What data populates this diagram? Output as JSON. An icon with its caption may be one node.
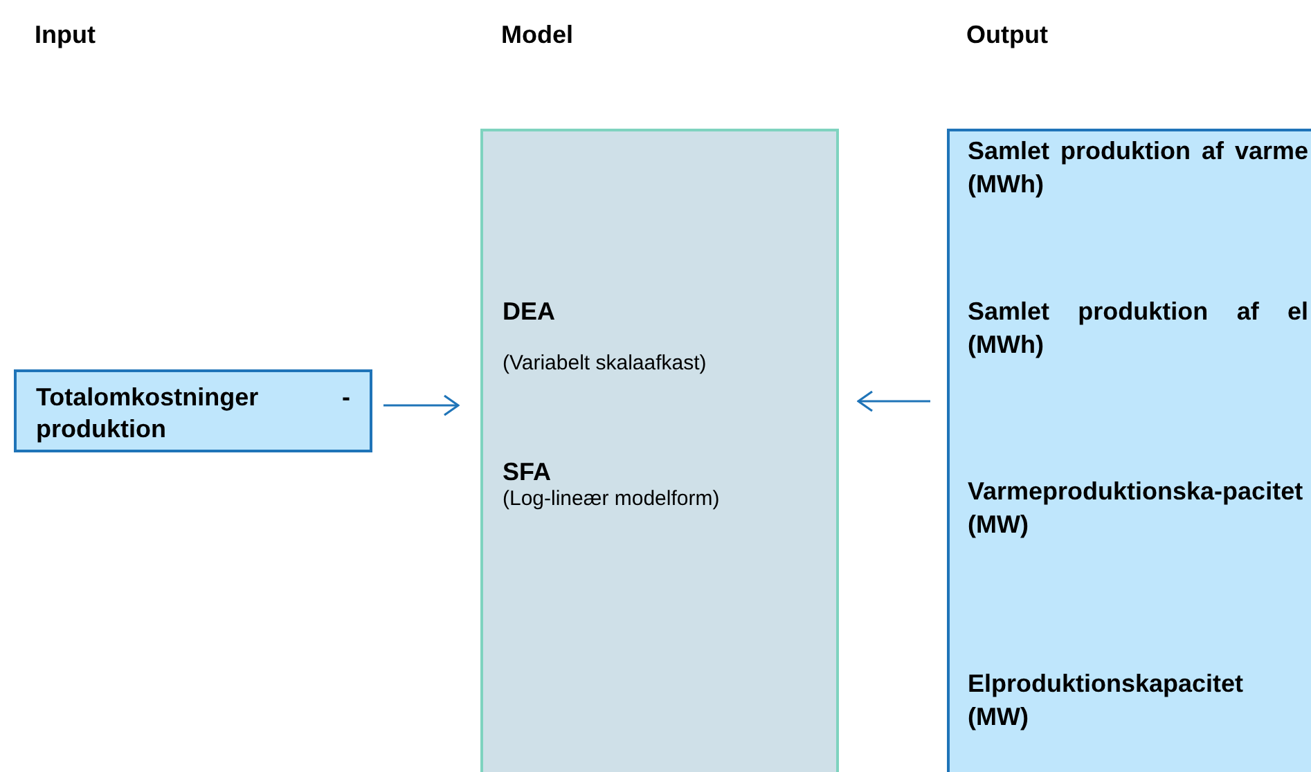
{
  "diagram": {
    "nodes": [
      {
        "text": [
          "Totalomkostninger - produktion"
        ]
      },
      {
        "text": [
          "DEA",
          "(Variabelt skalaafkast)",
          "SFA",
          "(Log-lineær modelform)"
        ]
      },
      {
        "text": [
          "Samlet produktion af varme (MWh)",
          "Samlet produktion af el (MWh)",
          "Varmeproduktionska-pacitet (MW)",
          "Elproduktionskapacitet (MW)"
        ]
      }
    ],
    "edges": [
      {
        "from": 0,
        "to": 1,
        "arrow": "to"
      },
      {
        "from": 2,
        "to": 1,
        "arrow": "to"
      }
    ],
    "labels": [
      "Input",
      "Model",
      "Output"
    ]
  }
}
